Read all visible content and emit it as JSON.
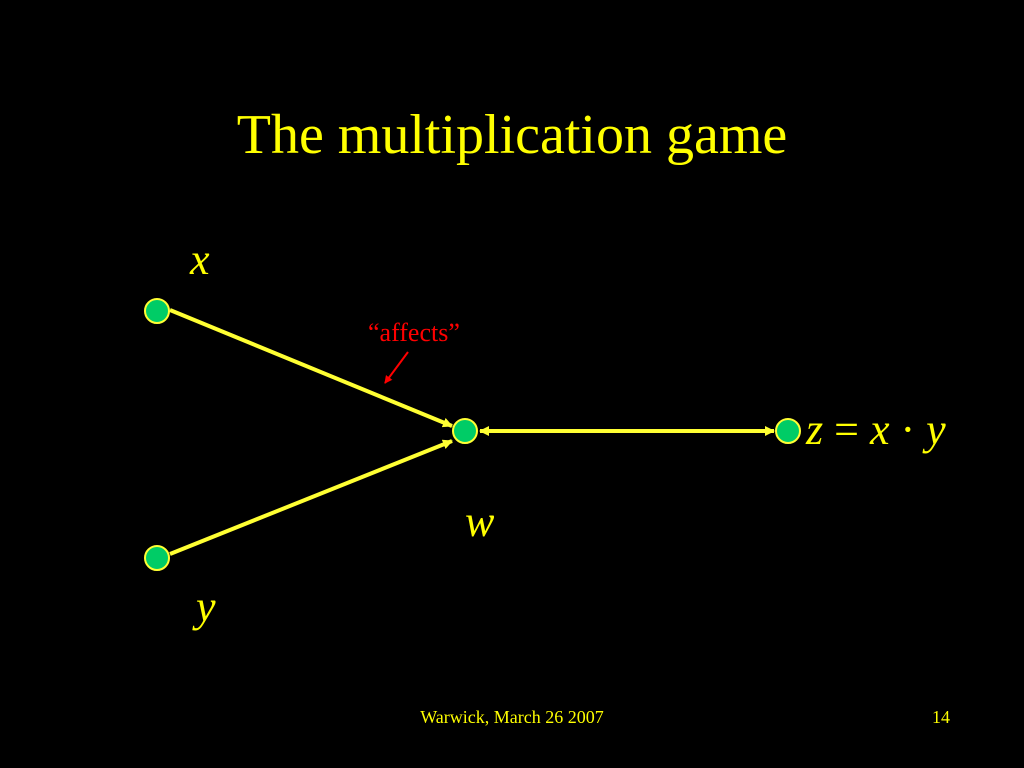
{
  "slide": {
    "title": "The multiplication game",
    "footer": "Warwick, March 26 2007",
    "page_number": "14"
  },
  "diagram": {
    "node_color": "#00cc66",
    "edge_color": "#ffff33",
    "annotation_color": "#ff0000",
    "labels": {
      "x": "x",
      "y": "y",
      "w": "w",
      "z": "z",
      "equals": "=",
      "rhs_x": "x",
      "dot": "·",
      "rhs_y": "y"
    },
    "annotation": "“affects”"
  }
}
